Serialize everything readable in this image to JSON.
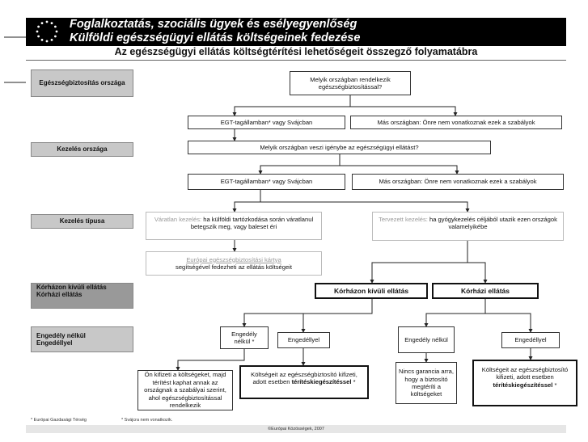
{
  "header": {
    "title_line1": "Foglalkoztatás, szociális ügyek és esélyegyenlőség",
    "title_line2": "Külföldi egészségügyi ellátás költségeinek fedezése",
    "subtitle": "Az egészségügyi ellátás költségtérítési lehetőségeit összegző folyamatábra"
  },
  "side_labels": {
    "insurance_country": "Egészségbiztosítás országa",
    "treatment_country": "Kezelés országa",
    "treatment_type": "Kezelés típusa",
    "care_line1": "Kórházon kívüli ellátás",
    "care_line2": "Kórházi ellátás",
    "auth_line1": "Engedély nélkül",
    "auth_line2": "Engedéllyel"
  },
  "boxes": {
    "q_insured": "Melyik országban rendelkezik egészségbiztosítással?",
    "eea1": "EGT-tagállamban* vagy Svájcban",
    "other1": "Más országban: Önre nem vonatkoznak ezek a szabályok",
    "q_treatment": "Melyik országban veszi igénybe az egészségügyi ellátást?",
    "eea2": "EGT-tagállamban* vagy Svájcban",
    "other2": "Más országban: Önre nem vonatkoznak ezek a szabályok",
    "unexpected_label": "Váratlan kezelés:",
    "unexpected_text": " ha külföldi tartózkodása során váratlanul betegszik meg, vagy baleset éri",
    "planned_label": "Tervezett kezelés:",
    "planned_text": " ha gyógykezelés céljából utazik ezen országok valamelyikébe",
    "ehic_label": "Európai egészségbiztosítási kártya",
    "ehic_text": "segítségével fedezheti az ellátás költségeit",
    "outpatient": "Kórházon kívüli ellátás",
    "hospital": "Kórházi ellátás",
    "no_auth1": "Engedély nélkül *",
    "with_auth1": "Engedéllyel",
    "no_auth2": "Engedély nélkül",
    "with_auth2": "Engedéllyel",
    "pay_refund": "Ön kifizeti a költségeket, majd térítést kaphat annak az országnak a szabályai szerint, ahol egészségbiztosítással rendelkezik",
    "covered1_text": "Költségeit az egészségbiztosító kifizeti, adott esetben ",
    "covered1_bold": "térítéskiegészítéssel",
    "covered1_tail": " *",
    "no_guarantee": "Nincs garancia arra, hogy a biztosító megtéríti a költségeket",
    "covered2_text": "Költségeit az egészségbiztosító kifizeti, adott esetben ",
    "covered2_bold": "térítéskiegészítéssel",
    "covered2_tail": " *"
  },
  "footnotes": {
    "eea": "* Európai Gazdasági Térség",
    "swiss": "* Svájcra nem vonatkozik.",
    "copyright": "©Európai Közösségek, 2007"
  }
}
